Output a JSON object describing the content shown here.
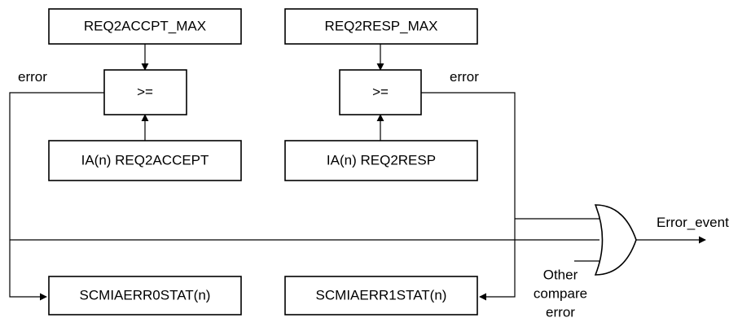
{
  "boxes": {
    "req2accpt_max": "REQ2ACCPT_MAX",
    "req2resp_max": "REQ2RESP_MAX",
    "compare_left": ">=",
    "compare_right": ">=",
    "ia_req2accept": "IA(n) REQ2ACCEPT",
    "ia_req2resp": "IA(n) REQ2RESP",
    "stat0": "SCMIAERR0STAT(n)",
    "stat1": "SCMIAERR1STAT(n)"
  },
  "labels": {
    "error_left": "error",
    "error_right": "error",
    "error_event": "Error_event",
    "other_line1": "Other",
    "other_line2": "compare",
    "other_line3": "error"
  }
}
